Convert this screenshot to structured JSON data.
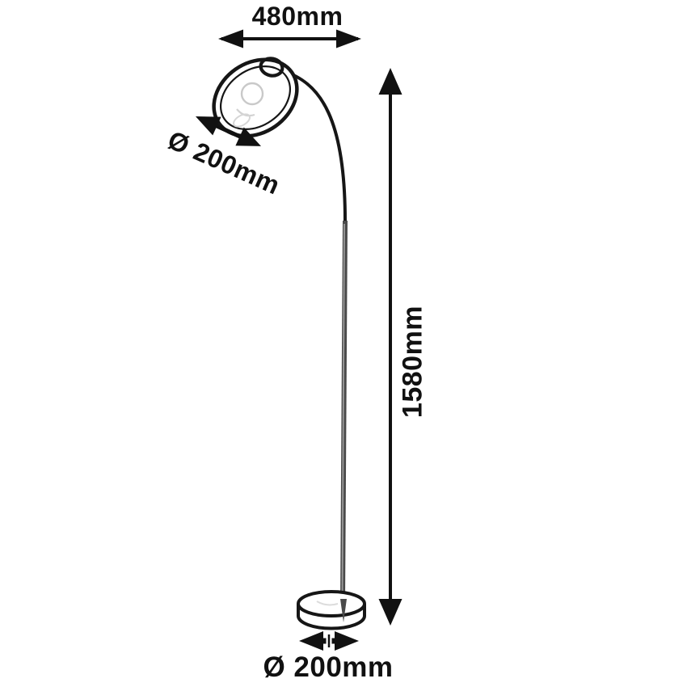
{
  "diagram": {
    "kind": "floor-lamp-dimension-drawing",
    "background_color": "#ffffff",
    "line_color": "#161616",
    "pole_color": "#4a4a4a",
    "dimensions": {
      "arc_width": {
        "label": "480mm",
        "value_mm": 480
      },
      "shade_diameter": {
        "label": "Ø 200mm",
        "value_mm": 200
      },
      "total_height": {
        "label": "1580mm",
        "value_mm": 1580
      },
      "base_diameter": {
        "label": "Ø 200mm",
        "value_mm": 200
      }
    }
  }
}
